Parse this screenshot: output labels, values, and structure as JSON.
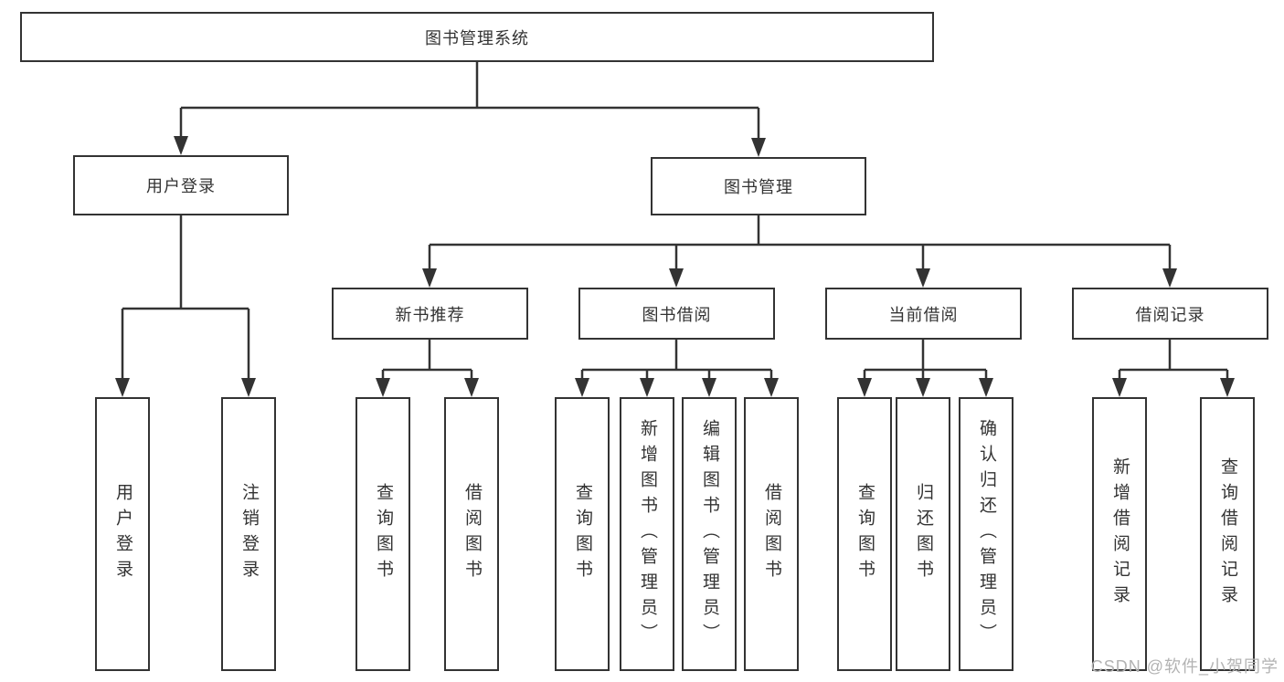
{
  "tree": {
    "root": {
      "label": "图书管理系统"
    },
    "branches": [
      {
        "label": "用户登录",
        "children": [
          {
            "label": "用户登录"
          },
          {
            "label": "注销登录"
          }
        ]
      },
      {
        "label": "图书管理",
        "groups": [
          {
            "label": "新书推荐",
            "children": [
              {
                "label": "查询图书"
              },
              {
                "label": "借阅图书"
              }
            ]
          },
          {
            "label": "图书借阅",
            "children": [
              {
                "label": "查询图书"
              },
              {
                "label": "新增图书（管理员）"
              },
              {
                "label": "编辑图书（管理员）"
              },
              {
                "label": "借阅图书"
              }
            ]
          },
          {
            "label": "当前借阅",
            "children": [
              {
                "label": "查询图书"
              },
              {
                "label": "归还图书"
              },
              {
                "label": "确认归还（管理员）"
              }
            ]
          },
          {
            "label": "借阅记录",
            "children": [
              {
                "label": "新增借阅记录"
              },
              {
                "label": "查询借阅记录"
              }
            ]
          }
        ]
      }
    ]
  },
  "watermark": {
    "text": "CSDN @软件_小贺同学"
  },
  "colors": {
    "line": "#333333",
    "text": "#333333",
    "box_background": "#ffffff",
    "page_background": "#ffffff",
    "watermark": "#b3b3b3"
  }
}
